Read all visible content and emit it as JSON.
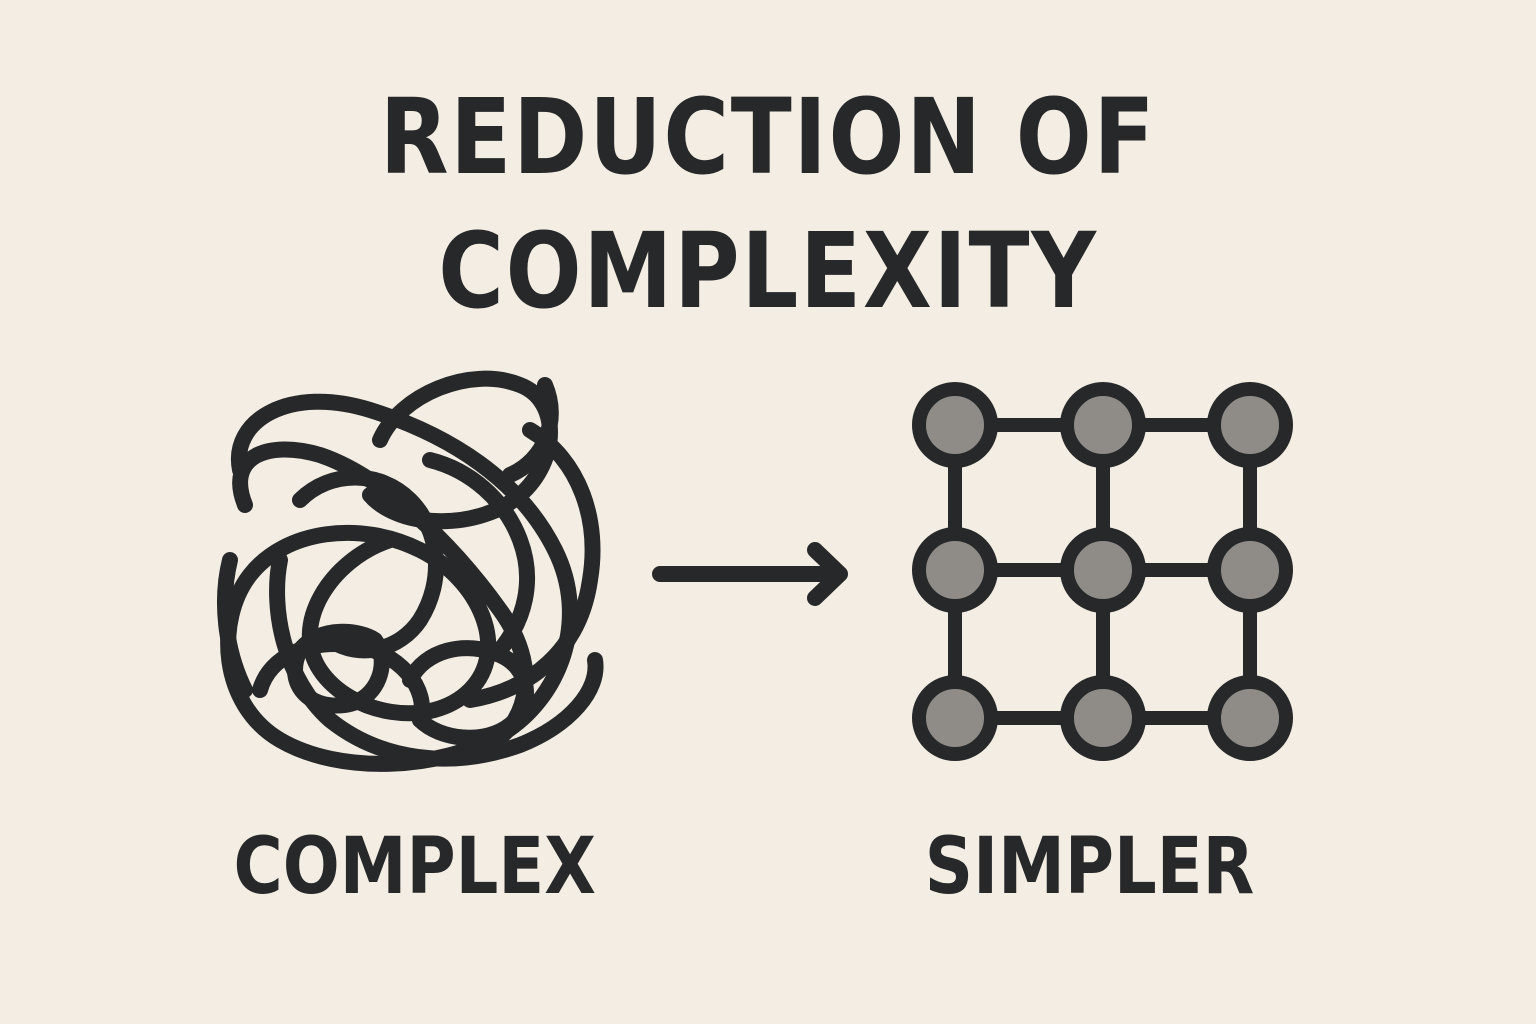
{
  "title": {
    "line1": "REDUCTION OF",
    "line2": "COMPLEXITY"
  },
  "left": {
    "label": "COMPLEX",
    "icon": "tangled-scribble"
  },
  "right": {
    "label": "SIMPLER",
    "icon": "grid-network",
    "rows": 3,
    "cols": 3
  },
  "connector": {
    "icon": "right-arrow"
  },
  "colors": {
    "background": "#f3ede3",
    "ink": "#262829",
    "node_fill": "#8f8c88"
  }
}
